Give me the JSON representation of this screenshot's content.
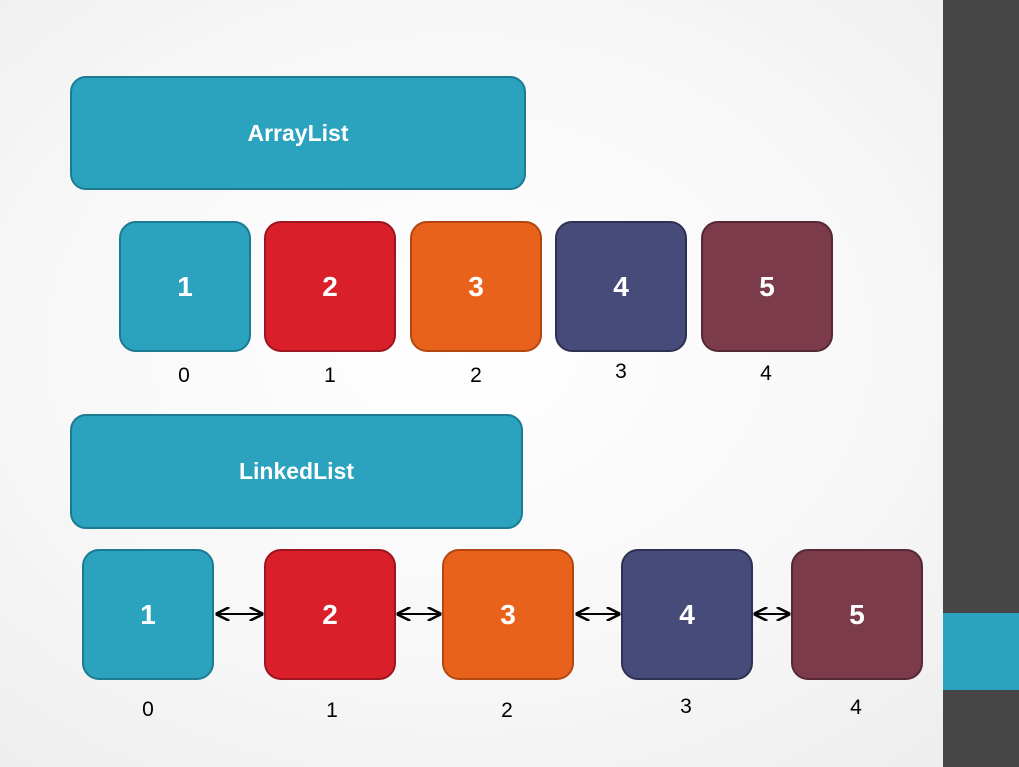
{
  "sidebar": {
    "accent_color": "#2ba3bf",
    "base_color": "#464646"
  },
  "arraylist": {
    "title": "ArrayList",
    "nodes": [
      {
        "value": "1",
        "fill": "#2ba3bf",
        "border": "#1c7b93"
      },
      {
        "value": "2",
        "fill": "#d81f2a",
        "border": "#9c1520"
      },
      {
        "value": "3",
        "fill": "#e9621c",
        "border": "#b34712"
      },
      {
        "value": "4",
        "fill": "#474b79",
        "border": "#2e3154"
      },
      {
        "value": "5",
        "fill": "#7b3b4a",
        "border": "#552834"
      }
    ],
    "indices": [
      "0",
      "1",
      "2",
      "3",
      "4"
    ]
  },
  "linkedlist": {
    "title": "LinkedList",
    "nodes": [
      {
        "value": "1",
        "fill": "#2ba3bf",
        "border": "#1c7b93"
      },
      {
        "value": "2",
        "fill": "#d81f2a",
        "border": "#9c1520"
      },
      {
        "value": "3",
        "fill": "#e9621c",
        "border": "#b34712"
      },
      {
        "value": "4",
        "fill": "#474b79",
        "border": "#2e3154"
      },
      {
        "value": "5",
        "fill": "#7b3b4a",
        "border": "#552834"
      }
    ],
    "indices": [
      "0",
      "1",
      "2",
      "3",
      "4"
    ],
    "link_style": "bidirectional-arrow"
  }
}
